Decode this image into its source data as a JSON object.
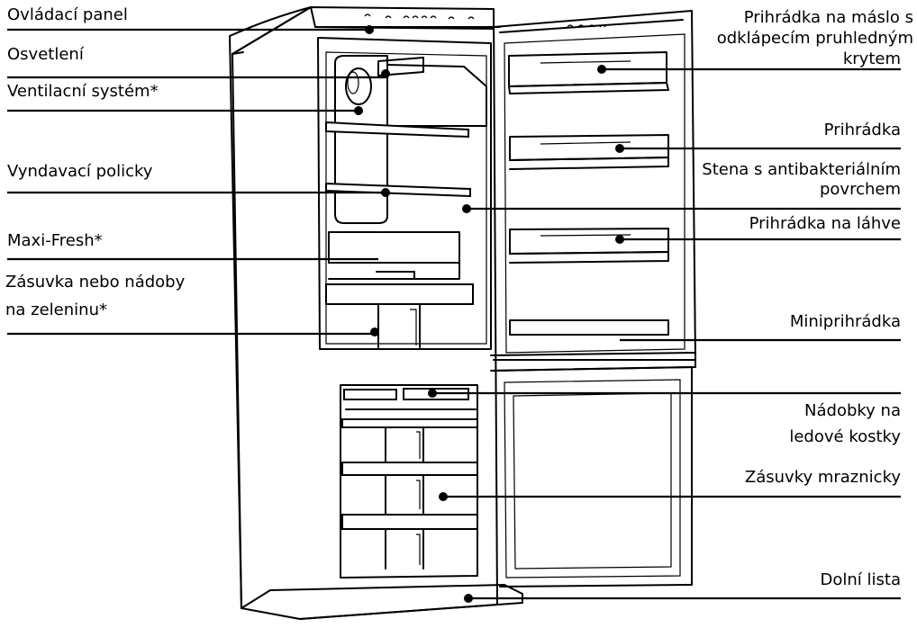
{
  "labels": {
    "control_panel": "Ovládací panel",
    "lighting": "Osvetlení",
    "ventilation": "Ventilacní systém*",
    "shelves": "Vyndavací policky",
    "maxi_fresh": "Maxi-Fresh*",
    "drawer_line1": "Zásuvka nebo nádoby",
    "drawer_line2": "na zeleninu*",
    "butter_line1": "Prihrádka na máslo s",
    "butter_line2": "odklápecím pruhledným",
    "butter_line3": "krytem",
    "compartment": "Prihrádka",
    "wall_line1": "Stena s antibakteriálním",
    "wall_line2": "povrchem",
    "bottle_compartment": "Prihrádka na láhve",
    "mini_compartment": "Miniprihrádka",
    "ice_line1": "Nádobky na",
    "ice_line2": "ledové kostky",
    "freezer_drawers": "Zásuvky mraznicky",
    "bottom_strip": "Dolní lista"
  }
}
